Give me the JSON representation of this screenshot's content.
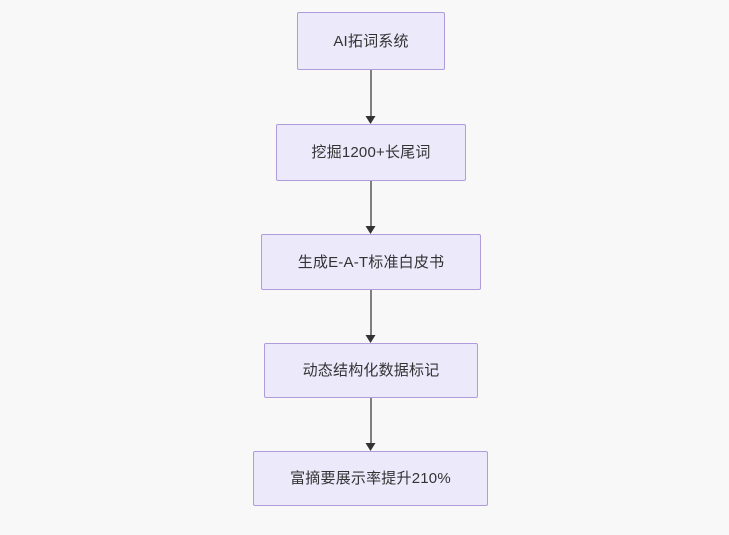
{
  "diagram": {
    "type": "flowchart",
    "direction": "top-to-bottom",
    "background_color": "#f8f8f8",
    "node_fill_color": "#ece9fb",
    "node_border_color": "#b09cdb",
    "node_text_color": "#333333",
    "edge_line_color": "#7f7f7f",
    "edge_arrow_color": "#333333",
    "nodes": [
      {
        "id": "n1",
        "label": "AI拓词系统"
      },
      {
        "id": "n2",
        "label": "挖掘1200+长尾词"
      },
      {
        "id": "n3",
        "label": "生成E-A-T标准白皮书"
      },
      {
        "id": "n4",
        "label": "动态结构化数据标记"
      },
      {
        "id": "n5",
        "label": "富摘要展示率提升210%"
      }
    ],
    "edges": [
      {
        "from": "n1",
        "to": "n2"
      },
      {
        "from": "n2",
        "to": "n3"
      },
      {
        "from": "n3",
        "to": "n4"
      },
      {
        "from": "n4",
        "to": "n5"
      }
    ]
  }
}
